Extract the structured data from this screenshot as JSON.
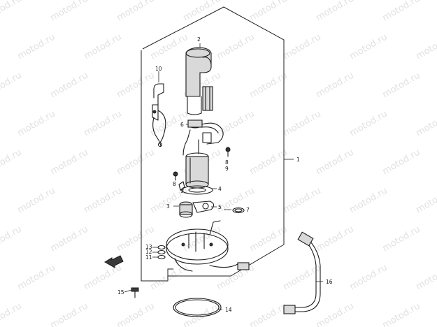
{
  "watermark": "motod.ru",
  "callouts": [
    "1",
    "2",
    "3",
    "4",
    "5",
    "6",
    "7",
    "8",
    "9",
    "10",
    "11",
    "12",
    "13",
    "14",
    "15",
    "16"
  ]
}
